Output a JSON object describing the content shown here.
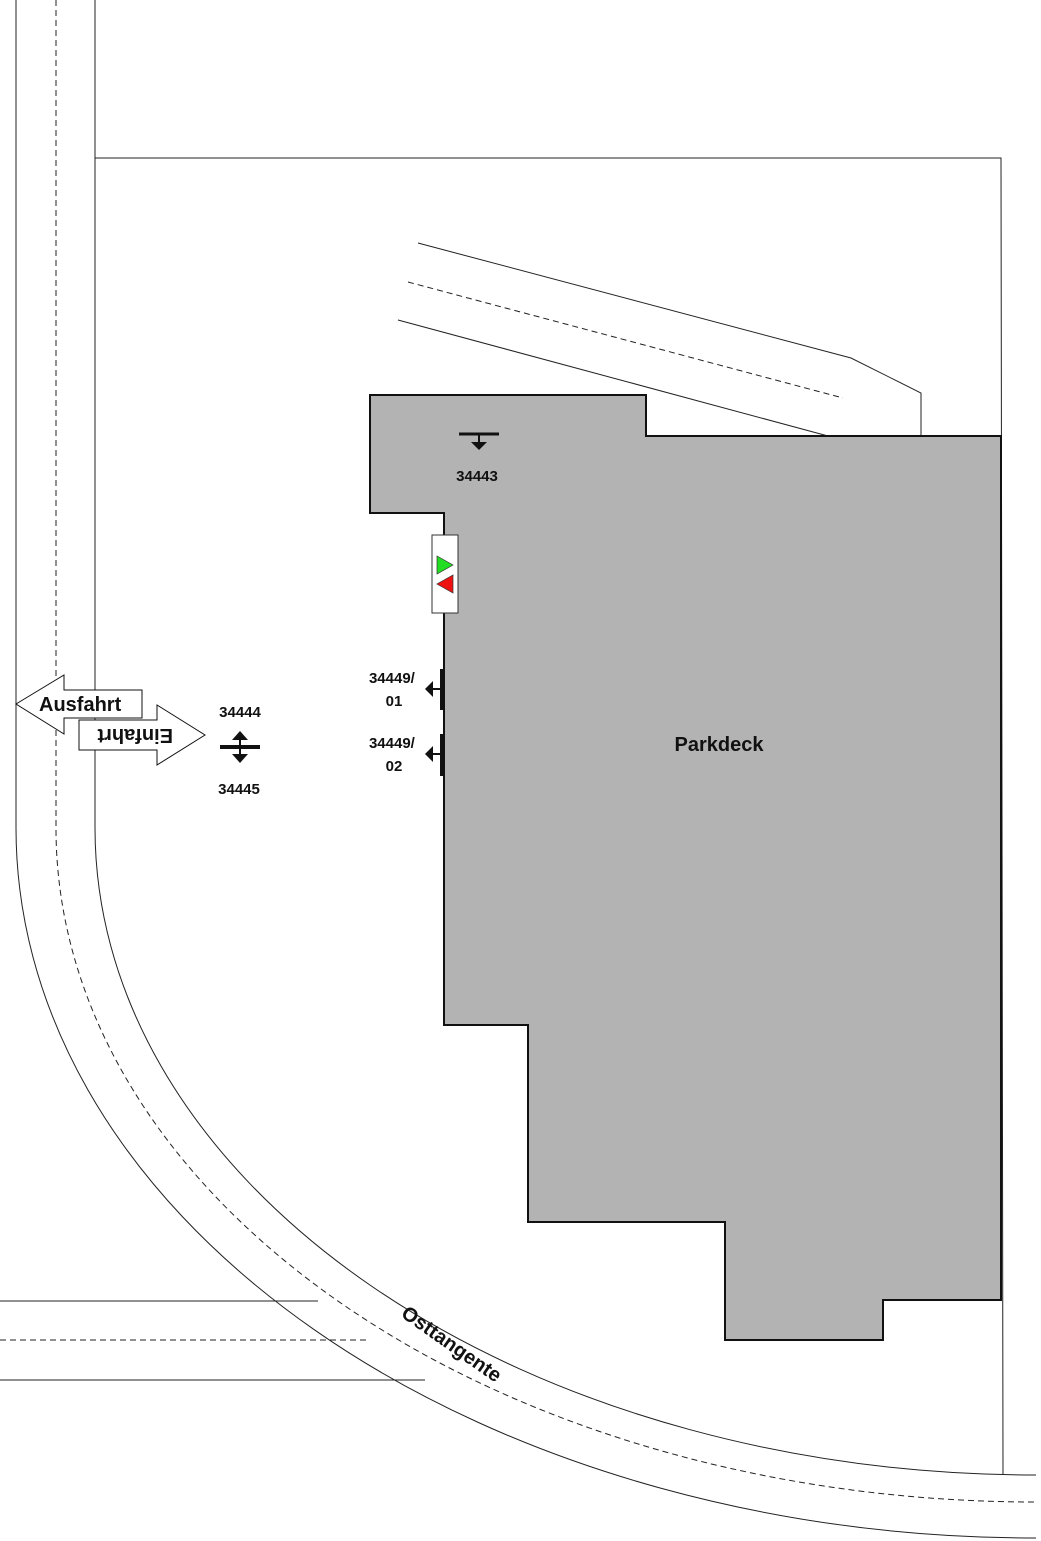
{
  "building": {
    "label": "Parkdeck",
    "fill": "#b3b3b3"
  },
  "road_label": "Osttangente",
  "arrows": {
    "exit": "Ausfahrt",
    "entry": "Einfahrt"
  },
  "markers": {
    "m34443": "34443",
    "m34444": "34444",
    "m34445": "34445",
    "m34449_01_a": "34449/",
    "m34449_01_b": "01",
    "m34449_02_a": "34449/",
    "m34449_02_b": "02"
  },
  "signal": {
    "green": "#22dd22",
    "red": "#ee1111"
  }
}
